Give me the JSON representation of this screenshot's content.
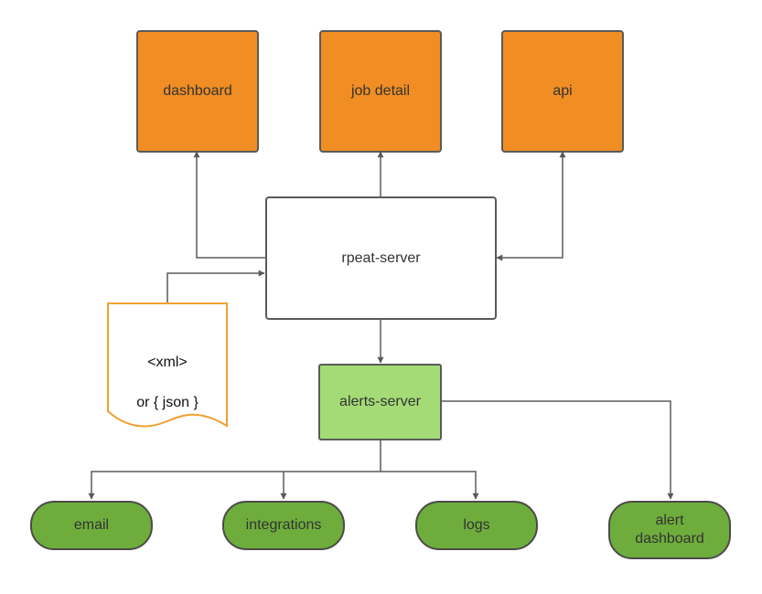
{
  "nodes": {
    "dashboard": "dashboard",
    "job_detail": "job detail",
    "api": "api",
    "rpeat_server": "rpeat-server",
    "alerts_server": "alerts-server",
    "email": "email",
    "integrations": "integrations",
    "logs": "logs",
    "alert_dashboard": "alert\ndashboard"
  },
  "document": {
    "line1": "<xml>",
    "line2": "or { json }"
  },
  "colors": {
    "orange": "#f08d23",
    "light_green": "#a4db76",
    "green": "#6ead3c",
    "doc_outline": "#f0a030",
    "connector": "#5a5a5a"
  }
}
